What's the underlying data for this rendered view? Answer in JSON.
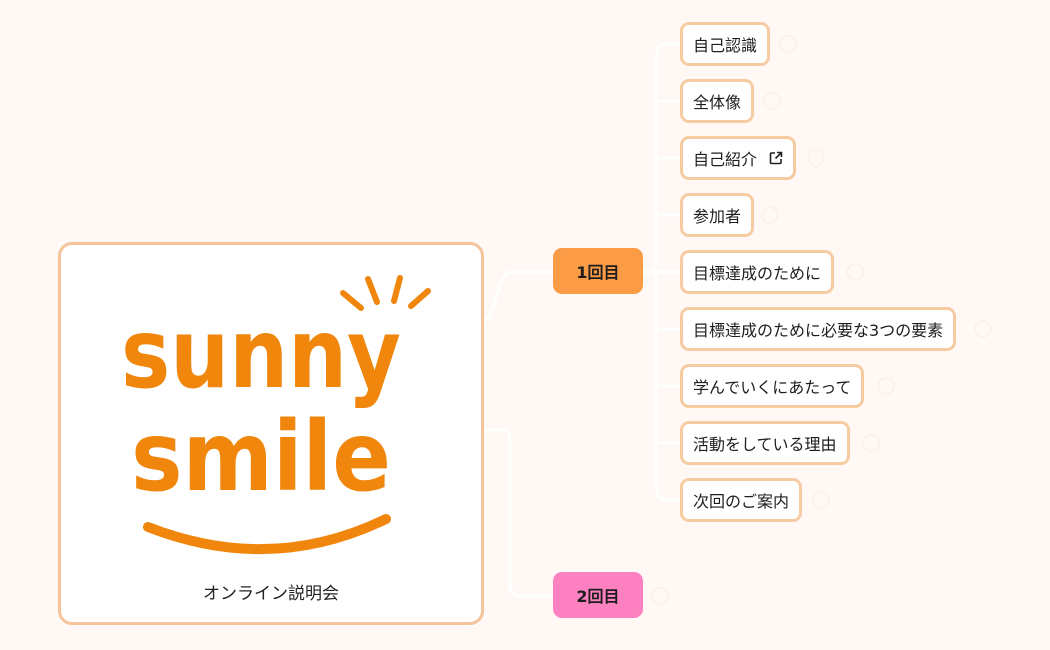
{
  "mindmap": {
    "root": {
      "logo_line1": "sunny",
      "logo_line2": "smile",
      "caption": "オンライン説明会"
    },
    "branches": [
      {
        "label": "1回目",
        "color": "#fb9b45",
        "children": [
          {
            "label": "自己認識"
          },
          {
            "label": "全体像"
          },
          {
            "label": "自己紹介",
            "icon": "external-link-icon"
          },
          {
            "label": "参加者"
          },
          {
            "label": "目標達成のために"
          },
          {
            "label": "目標達成のために必要な3つの要素"
          },
          {
            "label": "学んでいくにあたって"
          },
          {
            "label": "活動をしている理由"
          },
          {
            "label": "次回のご案内"
          }
        ]
      },
      {
        "label": "2回目",
        "color": "#fd80c0",
        "children": []
      }
    ],
    "colors": {
      "background": "#fff8f5",
      "logo_orange": "#f0860c",
      "card_border": "#f5c49a",
      "leaf_border": "#f7cba2",
      "connector": "#ffffff"
    }
  }
}
